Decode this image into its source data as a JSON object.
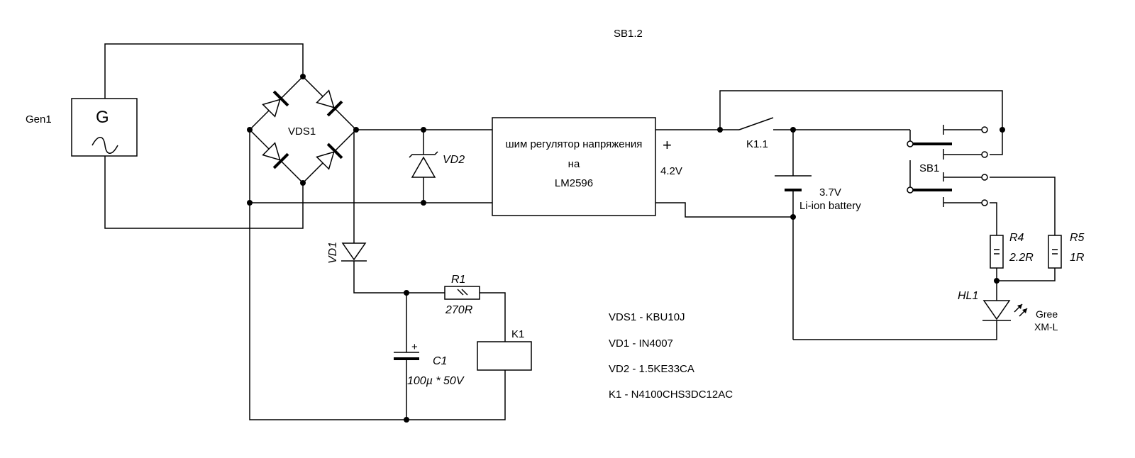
{
  "title": "SB1.2",
  "generator": {
    "ref": "Gen1",
    "symbol": "G",
    "wave": "~"
  },
  "bridge": {
    "ref": "VDS1"
  },
  "regulator": {
    "line1": "шим регулятор напряжения",
    "line2": "на",
    "line3": "LM2596",
    "plus": "+",
    "voltage": "4.2V"
  },
  "diodes": {
    "vd2": "VD2",
    "vd1": "VD1"
  },
  "relay_contact": "K1.1",
  "battery": {
    "voltage": "3.7V",
    "type": "Li-ion battery"
  },
  "switch": "SB1",
  "resistors": {
    "r1": {
      "ref": "R1",
      "value": "270R"
    },
    "r4": {
      "ref": "R4",
      "value": "2.2R"
    },
    "r5": {
      "ref": "R5",
      "value": "1R"
    }
  },
  "capacitor": {
    "ref": "C1",
    "value": "100µ * 50V",
    "plus": "+"
  },
  "relay_coil": "K1",
  "led": {
    "ref": "HL1",
    "color": "Gree",
    "model": "XM-L"
  },
  "bom": [
    "VDS1 - KBU10J",
    "VD1 - IN4007",
    "VD2 - 1.5KE33CA",
    "K1 - N4100CHS3DC12AC"
  ]
}
